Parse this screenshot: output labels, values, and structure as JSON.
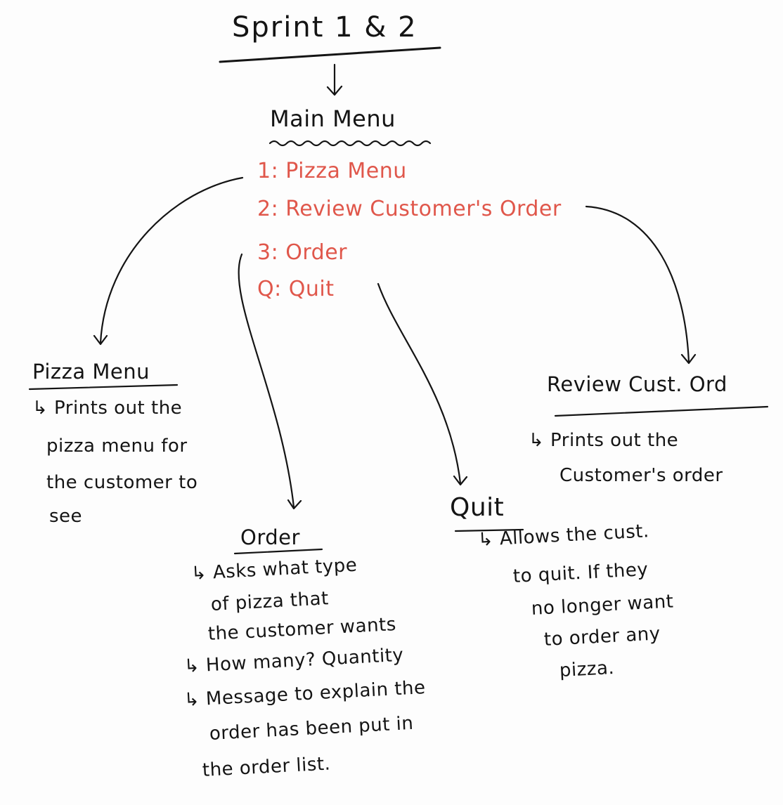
{
  "title": "Sprint 1 & 2",
  "main_menu": {
    "heading": "Main Menu",
    "options": [
      "1: Pizza Menu",
      "2: Review Customer's Order",
      "3: Order",
      "Q: Quit"
    ],
    "option_color": "#e0574b"
  },
  "nodes": {
    "pizza_menu": {
      "heading": "Pizza Menu",
      "lines": [
        "↳ Prints out the",
        "pizza menu for",
        "the customer to",
        "see"
      ]
    },
    "review": {
      "heading": "Review Cust. Ord",
      "lines": [
        "↳ Prints out the",
        "Customer's order"
      ]
    },
    "order": {
      "heading": "Order",
      "lines": [
        "↳ Asks what type",
        "of pizza that",
        "the customer wants",
        "↳ How many? Quantity",
        "↳ Message to explain the",
        "order has been put in",
        "the order list."
      ]
    },
    "quit": {
      "heading": "Quit",
      "lines": [
        "↳ Allows the cust.",
        "to quit. If they",
        "no longer want",
        "to order any",
        "pizza."
      ]
    }
  },
  "ink_color": "#141414"
}
